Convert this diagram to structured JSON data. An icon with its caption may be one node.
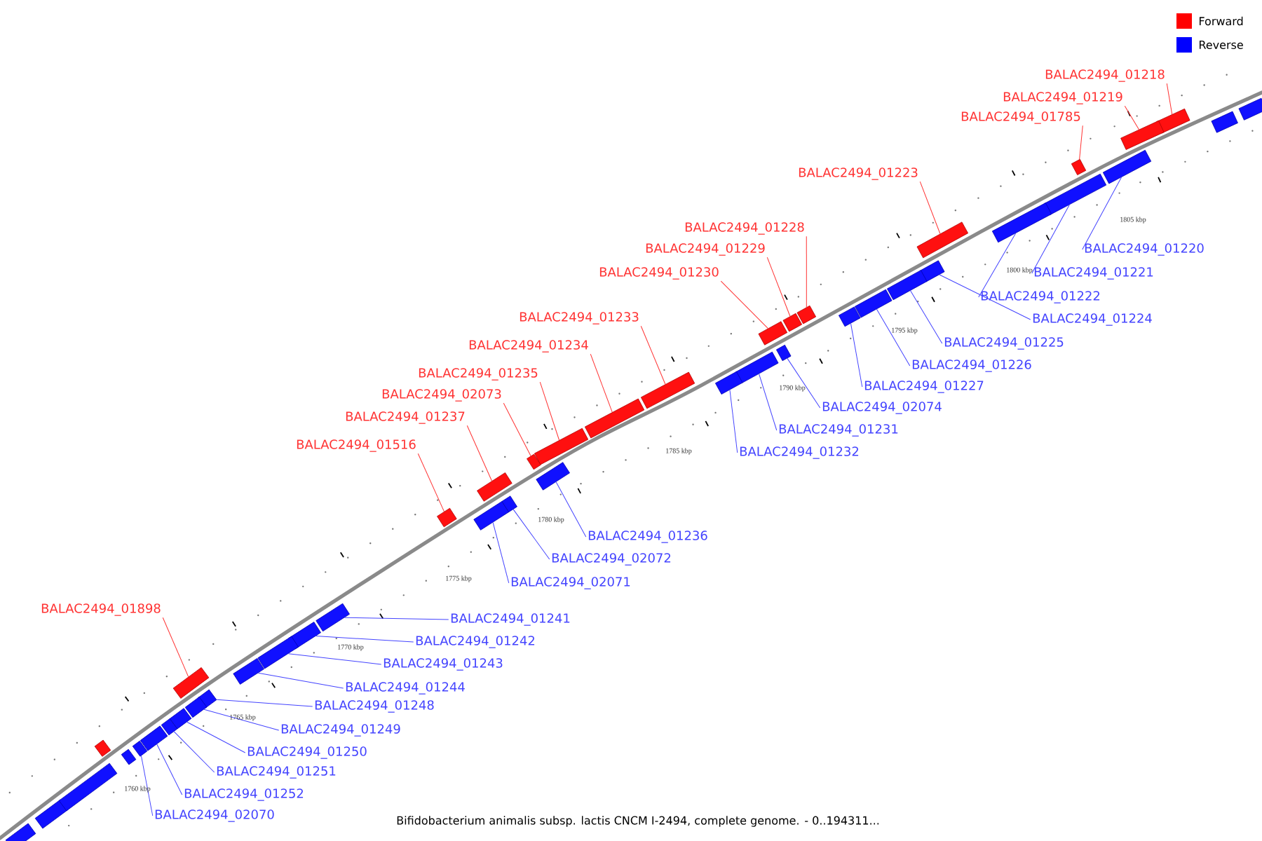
{
  "diagram": {
    "caption": "Bifidobacterium animalis subsp. lactis CNCM I-2494, complete genome. - 0..194311...",
    "nodes": [
      {
        "text": [
          "BALAC2494_01218"
        ]
      },
      {
        "text": [],
        "shape": "box"
      },
      {
        "text": [
          "BALAC2494_01219"
        ]
      },
      {
        "text": [],
        "shape": "box"
      },
      {
        "text": [
          "BALAC2494_01785"
        ]
      },
      {
        "text": [],
        "shape": "box"
      },
      {
        "text": [
          "BALAC2494_01223"
        ]
      },
      {
        "text": [],
        "shape": "box"
      },
      {
        "text": [
          "BALAC2494_01228"
        ]
      },
      {
        "text": [],
        "shape": "box"
      },
      {
        "text": [
          "BALAC2494_01229"
        ]
      },
      {
        "text": [],
        "shape": "box"
      },
      {
        "text": [
          "BALAC2494_01220"
        ]
      },
      {
        "text": [],
        "shape": "box"
      },
      {
        "text": [
          "BALAC2494_01230"
        ]
      },
      {
        "text": [],
        "shape": "box"
      },
      {
        "text": [
          "BALAC2494_01221"
        ]
      },
      {
        "text": [],
        "shape": "box"
      },
      {
        "text": [
          "BALAC2494_01222"
        ]
      },
      {
        "text": [],
        "shape": "box"
      },
      {
        "text": [
          "BALAC2494_01233"
        ]
      },
      {
        "text": [],
        "shape": "box"
      },
      {
        "text": [
          "BALAC2494_01224"
        ]
      },
      {
        "text": [],
        "shape": "box"
      },
      {
        "text": [
          "BALAC2494_01225"
        ]
      },
      {
        "text": [],
        "shape": "box"
      },
      {
        "text": [
          "BALAC2494_01234"
        ]
      },
      {
        "text": [],
        "shape": "box"
      },
      {
        "text": [
          "BALAC2494_01226"
        ]
      },
      {
        "text": [],
        "shape": "box"
      },
      {
        "text": [
          "BALAC2494_01235"
        ]
      },
      {
        "text": [],
        "shape": "box"
      },
      {
        "text": [
          "BALAC2494_01227"
        ]
      },
      {
        "text": [],
        "shape": "box"
      },
      {
        "text": [
          "BALAC2494_02073"
        ]
      },
      {
        "text": [],
        "shape": "box"
      },
      {
        "text": [
          "BALAC2494_02074"
        ]
      },
      {
        "text": [],
        "shape": "box"
      },
      {
        "text": [
          "BALAC2494_01237"
        ]
      },
      {
        "text": [],
        "shape": "box"
      },
      {
        "text": [
          "BALAC2494_01231"
        ]
      },
      {
        "text": [],
        "shape": "box"
      },
      {
        "text": [
          "BALAC2494_01516"
        ]
      },
      {
        "text": [],
        "shape": "box"
      },
      {
        "text": [
          "BALAC2494_01232"
        ]
      },
      {
        "text": [],
        "shape": "box"
      },
      {
        "text": [
          "BALAC2494_01236"
        ]
      },
      {
        "text": [],
        "shape": "box"
      },
      {
        "text": [
          "BALAC2494_02072"
        ]
      },
      {
        "text": [],
        "shape": "box"
      },
      {
        "text": [
          "BALAC2494_02071"
        ]
      },
      {
        "text": [],
        "shape": "box"
      },
      {
        "text": [
          "BALAC2494_01898"
        ]
      },
      {
        "text": [],
        "shape": "box"
      },
      {
        "text": [
          "BALAC2494_01241"
        ]
      },
      {
        "text": [],
        "shape": "box"
      },
      {
        "text": [
          "BALAC2494_01242"
        ]
      },
      {
        "text": [],
        "shape": "box"
      },
      {
        "text": [
          "BALAC2494_01243"
        ]
      },
      {
        "text": [],
        "shape": "box"
      },
      {
        "text": [
          "BALAC2494_01244"
        ]
      },
      {
        "text": [],
        "shape": "box"
      },
      {
        "text": [
          "BALAC2494_01248"
        ]
      },
      {
        "text": [],
        "shape": "box"
      },
      {
        "text": [
          "BALAC2494_01249"
        ]
      },
      {
        "text": [],
        "shape": "box"
      },
      {
        "text": [
          "BALAC2494_01250"
        ]
      },
      {
        "text": [],
        "shape": "box"
      },
      {
        "text": [
          "BALAC2494_01251"
        ]
      },
      {
        "text": [],
        "shape": "box"
      },
      {
        "text": [
          "BALAC2494_01252"
        ]
      },
      {
        "text": [],
        "shape": "box"
      },
      {
        "text": [
          "BALAC2494_02070"
        ]
      },
      {
        "text": [],
        "shape": "box"
      },
      {
        "text": [],
        "shape": "box"
      },
      {
        "text": [],
        "shape": "box"
      },
      {
        "text": [],
        "shape": "box"
      },
      {
        "text": [],
        "shape": "box"
      },
      {
        "text": [],
        "shape": "box"
      },
      {
        "text": [],
        "shape": "box"
      },
      {
        "text": [],
        "shape": "box"
      }
    ],
    "edges": [
      {
        "from": 0,
        "to": 1,
        "arrow": "none",
        "color": "#ff3333"
      },
      {
        "from": 2,
        "to": 3,
        "arrow": "none",
        "color": "#ff3333"
      },
      {
        "from": 4,
        "to": 5,
        "arrow": "none",
        "color": "#ff3333"
      },
      {
        "from": 6,
        "to": 7,
        "arrow": "none",
        "color": "#ff3333"
      },
      {
        "from": 8,
        "to": 9,
        "arrow": "none",
        "color": "#ff3333"
      },
      {
        "from": 10,
        "to": 11,
        "arrow": "none",
        "color": "#ff3333"
      },
      {
        "from": 12,
        "to": 13,
        "arrow": "none"
      },
      {
        "from": 14,
        "to": 15,
        "arrow": "none",
        "color": "#ff3333"
      },
      {
        "from": 16,
        "to": 17,
        "arrow": "none"
      },
      {
        "from": 18,
        "to": 19,
        "arrow": "none"
      },
      {
        "from": 20,
        "to": 21,
        "arrow": "none",
        "color": "#ff3333"
      },
      {
        "from": 22,
        "to": 23,
        "arrow": "none"
      },
      {
        "from": 24,
        "to": 25,
        "arrow": "none"
      },
      {
        "from": 26,
        "to": 27,
        "arrow": "none",
        "color": "#ff3333"
      },
      {
        "from": 28,
        "to": 29,
        "arrow": "none"
      },
      {
        "from": 30,
        "to": 31,
        "arrow": "none",
        "color": "#ff3333"
      },
      {
        "from": 32,
        "to": 33,
        "arrow": "none"
      },
      {
        "from": 34,
        "to": 35,
        "arrow": "none",
        "color": "#ff3333"
      },
      {
        "from": 36,
        "to": 37,
        "arrow": "none"
      },
      {
        "from": 38,
        "to": 39,
        "arrow": "none",
        "color": "#ff3333"
      },
      {
        "from": 40,
        "to": 41,
        "arrow": "none"
      },
      {
        "from": 42,
        "to": 43,
        "arrow": "none",
        "color": "#ff3333"
      },
      {
        "from": 44,
        "to": 45,
        "arrow": "none"
      },
      {
        "from": 46,
        "to": 47,
        "arrow": "none"
      },
      {
        "from": 48,
        "to": 49,
        "arrow": "none"
      },
      {
        "from": 50,
        "to": 51,
        "arrow": "none"
      },
      {
        "from": 52,
        "to": 53,
        "arrow": "none",
        "color": "#ff3333"
      },
      {
        "from": 54,
        "to": 55,
        "arrow": "none"
      },
      {
        "from": 56,
        "to": 57,
        "arrow": "none"
      },
      {
        "from": 58,
        "to": 59,
        "arrow": "none"
      },
      {
        "from": 60,
        "to": 61,
        "arrow": "none"
      },
      {
        "from": 62,
        "to": 63,
        "arrow": "none"
      },
      {
        "from": 64,
        "to": 65,
        "arrow": "none"
      },
      {
        "from": 66,
        "to": 67,
        "arrow": "none"
      },
      {
        "from": 68,
        "to": 69,
        "arrow": "none"
      },
      {
        "from": 70,
        "to": 71,
        "arrow": "none"
      },
      {
        "from": 72,
        "to": 73,
        "arrow": "none"
      }
    ],
    "labels": [
      "1805 kbp",
      "1800 kbp",
      "1795 kbp",
      "1790 kbp",
      "1785 kbp",
      "1780 kbp",
      "1775 kbp",
      "1770 kbp",
      "1765 kbp",
      "1760 kbp"
    ],
    "legend": [
      {
        "text": "Forward",
        "color": "#ff0000"
      },
      {
        "text": "Reverse",
        "color": "#0000ff"
      }
    ]
  }
}
